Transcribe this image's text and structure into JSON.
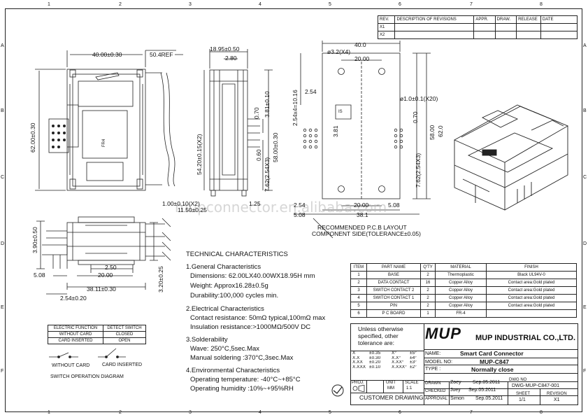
{
  "grid": {
    "columns": [
      "1",
      "2",
      "3",
      "4",
      "5",
      "6",
      "7",
      "8"
    ],
    "rows": [
      "A",
      "B",
      "C",
      "D",
      "E",
      "F"
    ]
  },
  "revisions": {
    "headers": [
      "REV.",
      "DESCRIPTION OF REVISIONS",
      "APPR.",
      "DRAW.",
      "RELEASE",
      "DATE"
    ],
    "rows": [
      [
        "X1",
        "",
        "",
        "",
        "",
        ""
      ],
      [
        "X2",
        "",
        "",
        "",
        "",
        ""
      ]
    ]
  },
  "views": {
    "front": {
      "dim_width": "40.00±0.30",
      "dim_ref": "50.4REF",
      "dim_height": "62.00±0.30",
      "label_card": "FR4"
    },
    "side": {
      "dim_top": "18.95±0.50",
      "dim_280": "2.80",
      "dim_5420": "54.20±0.15(X2)",
      "dim_070": "0.70",
      "dim_381": "3.81±0.10",
      "dim_5800": "58.00±0.30",
      "dim_060": "0.60",
      "dim_762": "7.62(2.54X3)",
      "dim_100": "1.00±0.10(X2)",
      "dim_1150": "11.50±0.25",
      "dim_125": "1.25"
    },
    "pcb": {
      "dim_400": "40.0",
      "dim_hole": "ø3.2(X4)",
      "dim_2000": "20.00",
      "dim_254": "2.54",
      "dim_254x4": "2.54x4=10.16",
      "dim_pin": "ø1.0±0.1(X20)",
      "dim_5800": "58.00",
      "dim_620": "62.0",
      "dim_070": "0.70",
      "dim_381": "3.81",
      "dim_762": "7.62(2.54X3)",
      "dim_2000b": "20.00",
      "dim_508a": "5.08",
      "dim_508b": "5.08",
      "dim_381b": "38.1",
      "dim_254b": "2.54",
      "note_line1": "RECOMMENDED P.C.B LAYOUT",
      "note_line2": "COMPONENT SIDE(TOLERANCE±0.05)",
      "label_is": "IS"
    },
    "bottom": {
      "dim_390": "3.90±0.50",
      "dim_508": "5.08",
      "dim_250": "2.50",
      "dim_2000": "20.00",
      "dim_3811": "38.11±0.30",
      "dim_254": "2.54±0.20",
      "dim_320": "3.20±0.25"
    }
  },
  "watermark": "mupconnector.en.alibaba.com",
  "tech": {
    "title": "TECHNICAL CHARACTERISTICS",
    "s1_title": "1.General Characteristics",
    "s1_l1": "Dimensions: 62.00LX40.00WX18.95H mm",
    "s1_l2": "Weight: Approx16.28±0.5g",
    "s1_l3": "Durability:100,000 cycles min.",
    "s2_title": "2.Electrical Characteristics",
    "s2_l1": "Contact resistance: 50mΩ typical,100mΩ max",
    "s2_l2": "Insulation resistance:>1000MΩ/500V DC",
    "s3_title": "3.Solderability",
    "s3_l1": "Wave: 250°C,5sec.Max",
    "s3_l2": "Manual soldering :370°C,3sec.Max",
    "s4_title": "4.Environmental Characteristics",
    "s4_l1": "Operating temperature: -40°C~+85°C",
    "s4_l2": "Operating humidity :10%~+95%RH"
  },
  "switch": {
    "headers": [
      "ELECTRIC FUNCTION",
      "DETECT SWITCH"
    ],
    "rows": [
      [
        "WITHOUT CARD",
        "CLOSED"
      ],
      [
        "CARD INSERTED",
        "OPEN"
      ]
    ],
    "without_card": "WITHOUT CARD",
    "card_inserted": "CARD INSERTED",
    "diagram_title": "SWITCH OPERATION DIAGRAM"
  },
  "bom": {
    "headers": [
      "ITEM",
      "PART NAME",
      "Q'TY",
      "MATERIAL",
      "FINISH"
    ],
    "rows": [
      [
        "1",
        "BASE",
        "2",
        "Thermoplastic",
        "Black UL94V-0"
      ],
      [
        "2",
        "DATA CONTACT",
        "16",
        "Copper Alloy",
        "Contact area:Gold plated"
      ],
      [
        "3",
        "SWITCH CONTACT 2",
        "2",
        "Copper Alloy",
        "Contact area:Gold plated"
      ],
      [
        "4",
        "SWITCH CONTACT 1",
        "2",
        "Copper Alloy",
        "Contact area:Gold plated"
      ],
      [
        "5",
        "PIN",
        "2",
        "Copper Alloy",
        "Contact area:Gold plated"
      ],
      [
        "6",
        "P C BOARD",
        "1",
        "FR-4",
        ""
      ]
    ]
  },
  "title_block": {
    "tolerance_note_1": "Unless otherwise",
    "tolerance_note_2": "specified, other",
    "tolerance_note_3": "tolerance are:",
    "tolerances": [
      [
        "X",
        "±0.35",
        "X°",
        "±5°"
      ],
      [
        "X.X",
        "±0.30",
        "X.X°",
        "±4°"
      ],
      [
        "X.XX",
        "±0.20",
        "X.XX°",
        "±3°"
      ],
      [
        "X.XXX",
        "±0.10",
        "X.XXX°",
        "±2°"
      ]
    ],
    "proj_label": "PROJ.",
    "unit_label": "UNIT",
    "unit_value": "MM",
    "scale_label": "SCALE",
    "scale_value": "1:1",
    "customer_drawing": "CUSTOMER DRAWING",
    "logo": "MUP",
    "company": "MUP INDUSTRIAL CO.,LTD.",
    "name_label": "NAME:",
    "name_value": "Smart Card Connector",
    "model_label": "MODEL NO:",
    "model_value": "MUP-C847",
    "type_label": "TYPE :",
    "type_value": "Normally close",
    "drawn_label": "DRAWN",
    "drawn_name": "Zoey",
    "drawn_date": "Sep.05.2011",
    "checked_label": "CHECKED",
    "checked_name": "Joey",
    "checked_date": "Sep.05.2011",
    "approval_label": "APPROVAL",
    "approval_name": "Simon",
    "approval_date": "Sep.05.2011",
    "dwg_label": "DWG NO",
    "dwg_value": "DWG-MUP-C847-001",
    "sheet_label": "SHEET",
    "sheet_value": "1/1",
    "revision_label": "REVISION",
    "revision_value": "X1"
  },
  "colors": {
    "line": "#222222",
    "watermark": "#b4b4b4"
  }
}
